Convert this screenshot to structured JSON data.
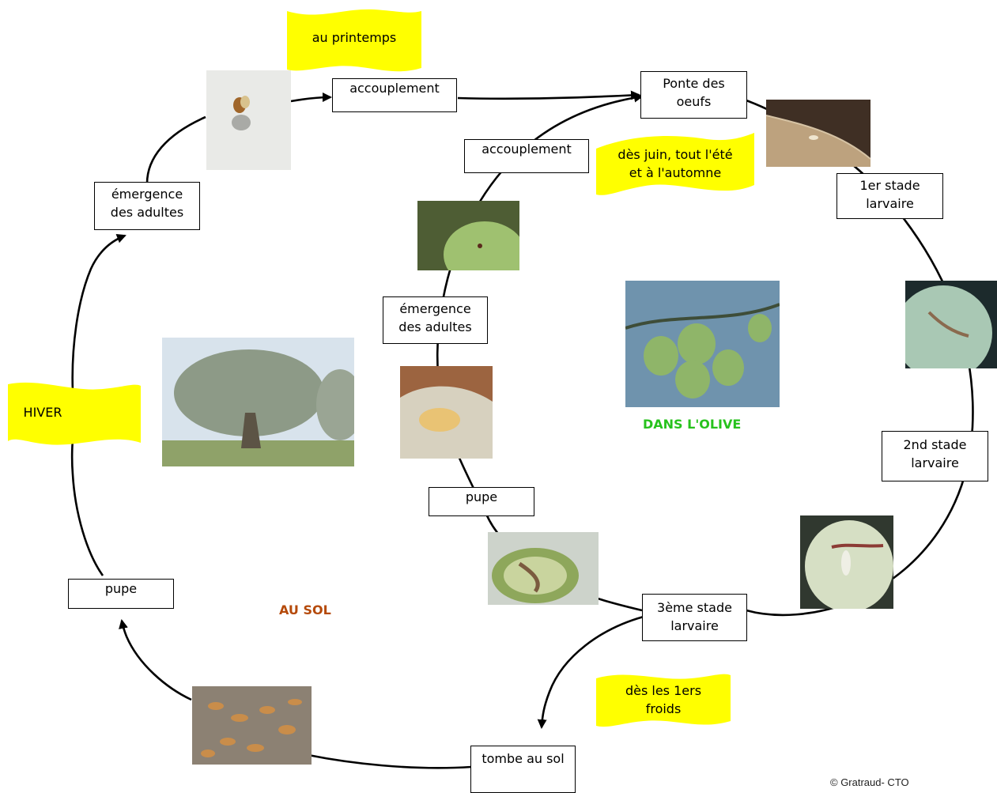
{
  "zones": {
    "soil": {
      "label": "AU SOL",
      "color": "#b54a0a"
    },
    "olive": {
      "label": "DANS L'OLIVE",
      "color": "#27c21d"
    }
  },
  "stages": {
    "accouplement_outer": "accouplement",
    "ponte": "Ponte des\noeufs",
    "larve1": "1er stade\nlarvaire",
    "larve2": "2nd stade\nlarvaire",
    "larve3": "3ème stade\nlarvaire",
    "tombe_sol": "tombe au sol",
    "pupe_sol": "pupe",
    "emergence_outer": "émergence\ndes adultes",
    "accouplement_inner": "accouplement",
    "emergence_inner": "émergence\ndes adultes",
    "pupe_olive": "pupe"
  },
  "seasons": {
    "printemps": "au printemps",
    "ete": "dès juin, tout l'été\net à l'automne",
    "hiver": "HIVER",
    "froids": "dès les 1ers\nfroids"
  },
  "credit": "© Gratraud- CTO",
  "colors": {
    "banner": "#ffff00",
    "arrow": "#000000"
  },
  "icons": {
    "photo_adult_fly": "fly-on-white-photo",
    "photo_egg_sting": "egg-puncture-photo",
    "photo_larva1": "larva-gallery-photo",
    "photo_larva3": "larva-tunnel-photo",
    "photo_olive_exit": "olive-exit-hole-photo",
    "photo_pupa_olive": "pupa-in-olive-photo",
    "photo_larva_olive": "larva-in-olive-photo",
    "photo_pupae_soil": "pupae-in-soil-photo",
    "photo_olive_tree": "olive-tree-photo",
    "photo_olive_branch": "olive-branch-photo"
  }
}
